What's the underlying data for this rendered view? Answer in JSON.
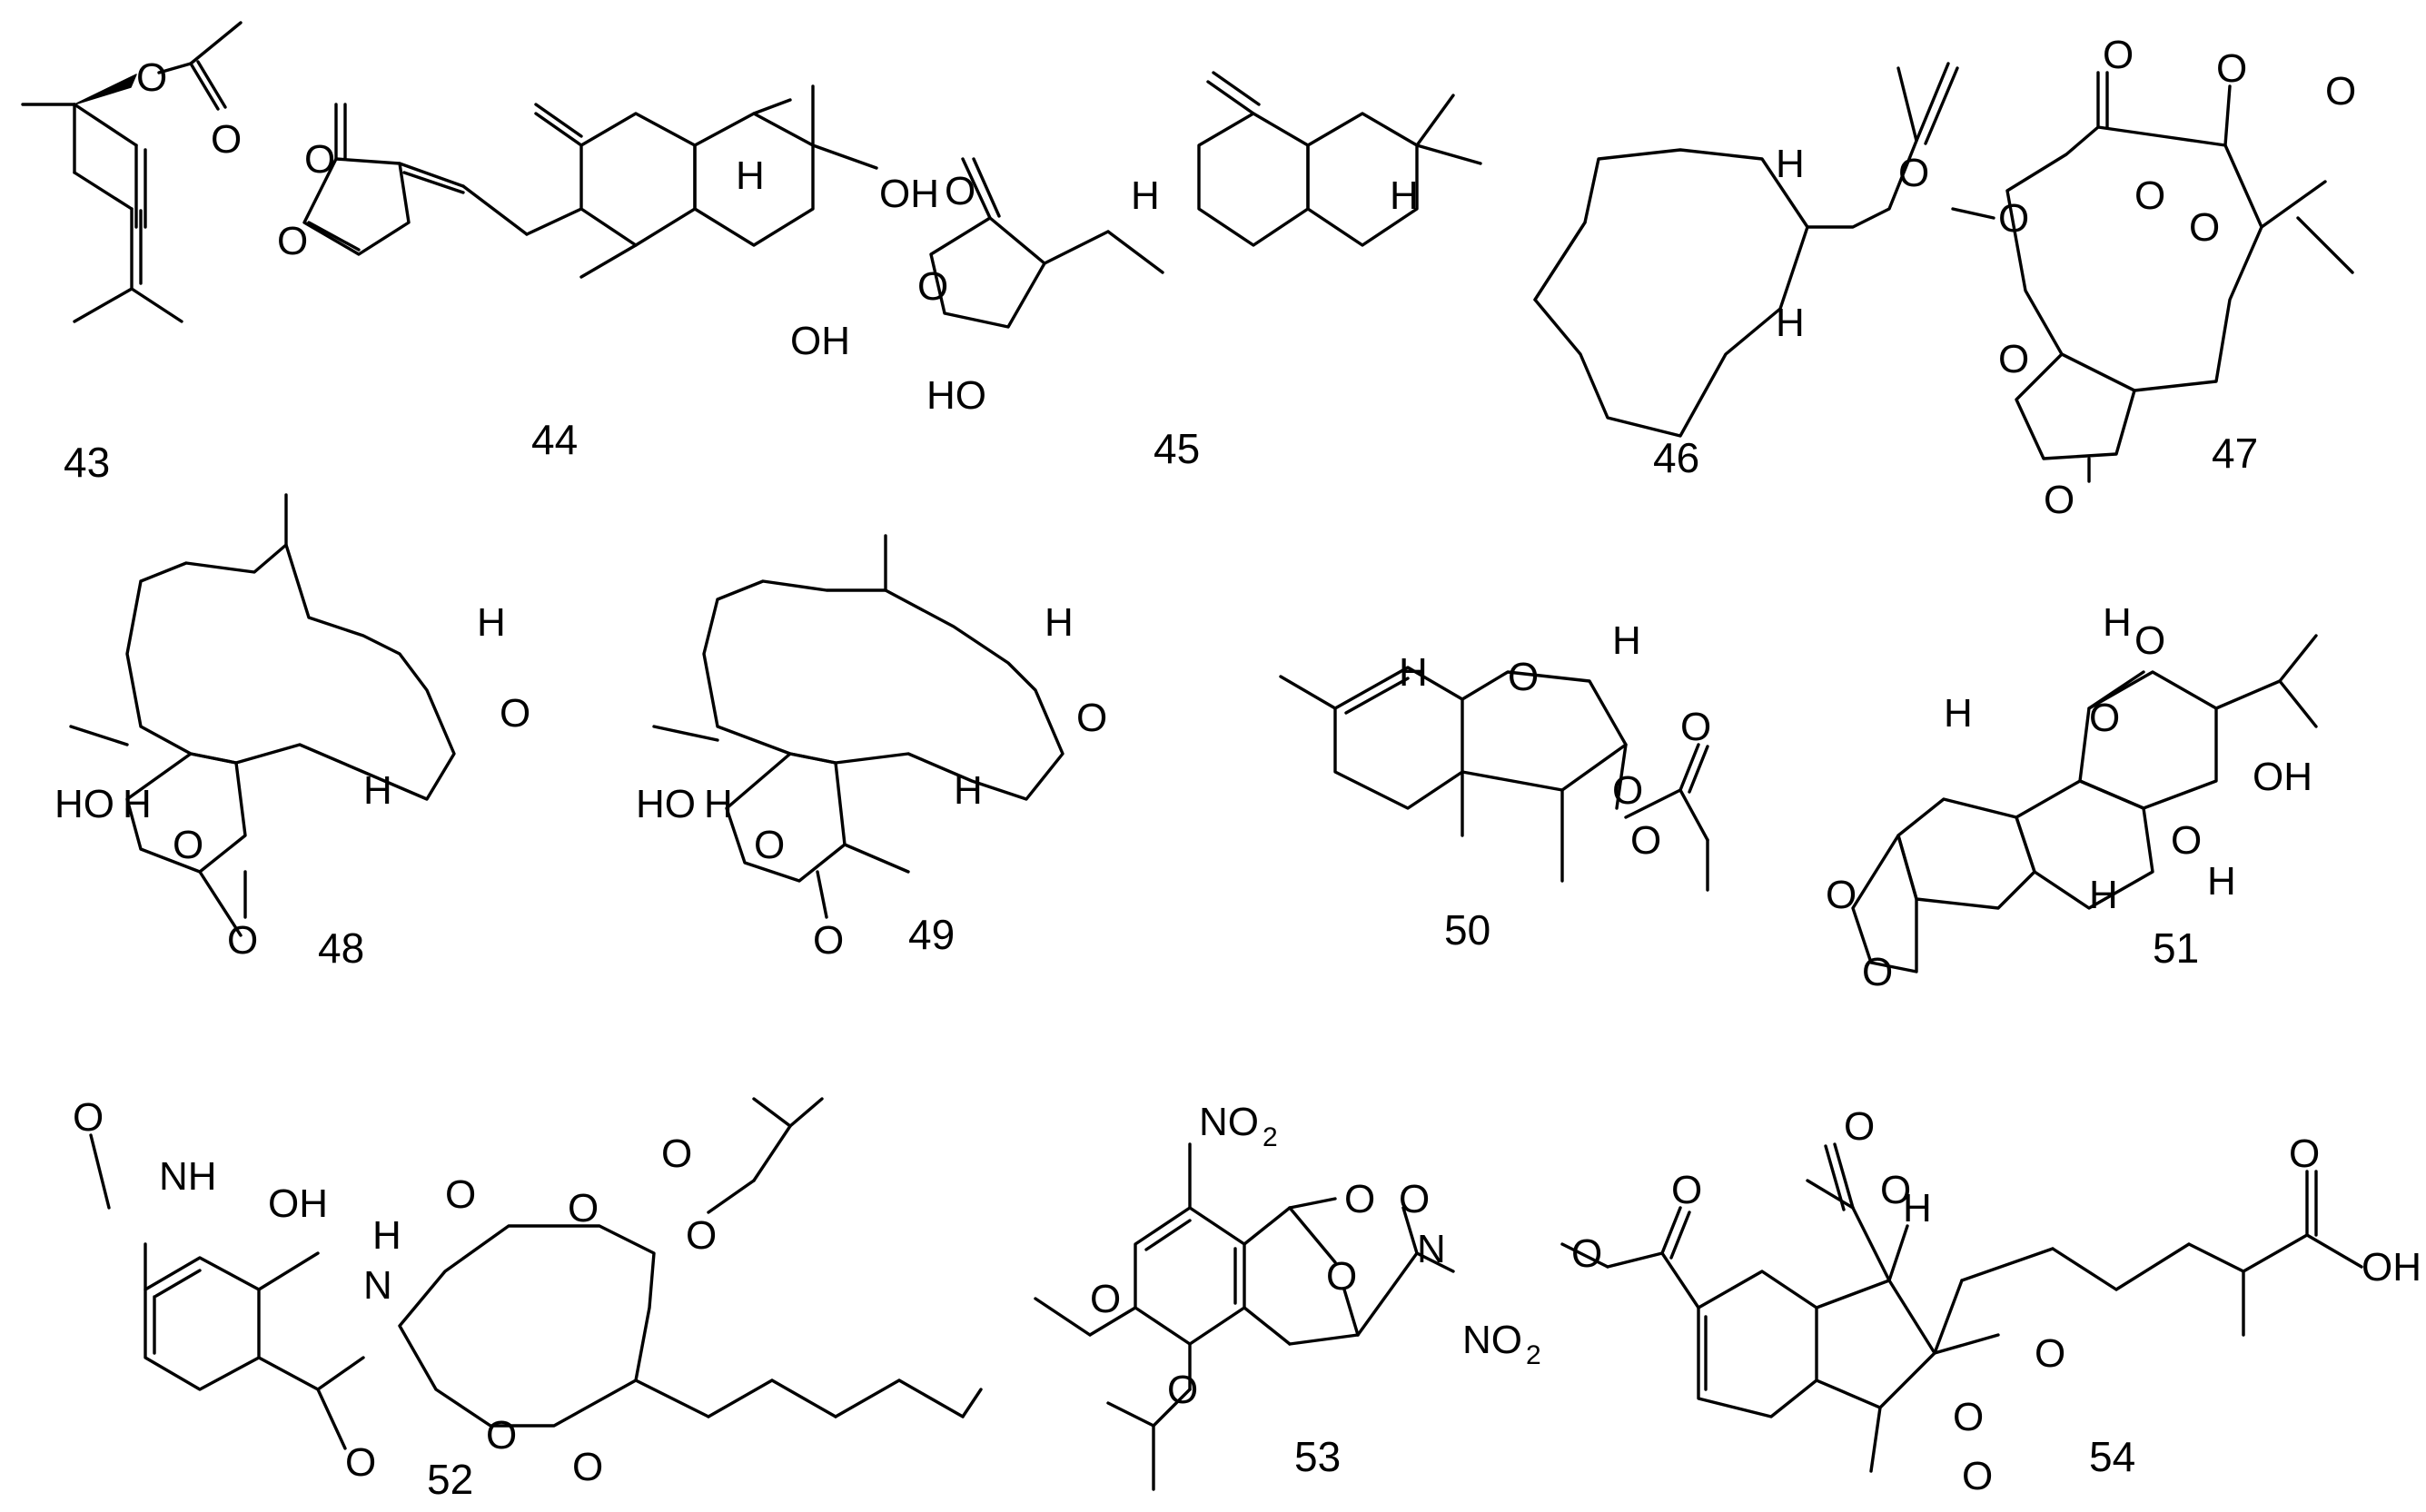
{
  "compounds": [
    {
      "id": "43",
      "label": "43"
    },
    {
      "id": "44",
      "label": "44"
    },
    {
      "id": "45",
      "label": "45"
    },
    {
      "id": "46",
      "label": "46"
    },
    {
      "id": "47",
      "label": "47"
    },
    {
      "id": "48",
      "label": "48"
    },
    {
      "id": "49",
      "label": "49"
    },
    {
      "id": "50",
      "label": "50"
    },
    {
      "id": "51",
      "label": "51"
    },
    {
      "id": "52",
      "label": "52"
    },
    {
      "id": "53",
      "label": "53"
    },
    {
      "id": "54",
      "label": "54"
    }
  ],
  "atoms": {
    "O": "O",
    "H": "H",
    "OH": "OH",
    "HO": "HO",
    "NH": "NH",
    "N": "N",
    "NO": "NO",
    "two": "2"
  }
}
